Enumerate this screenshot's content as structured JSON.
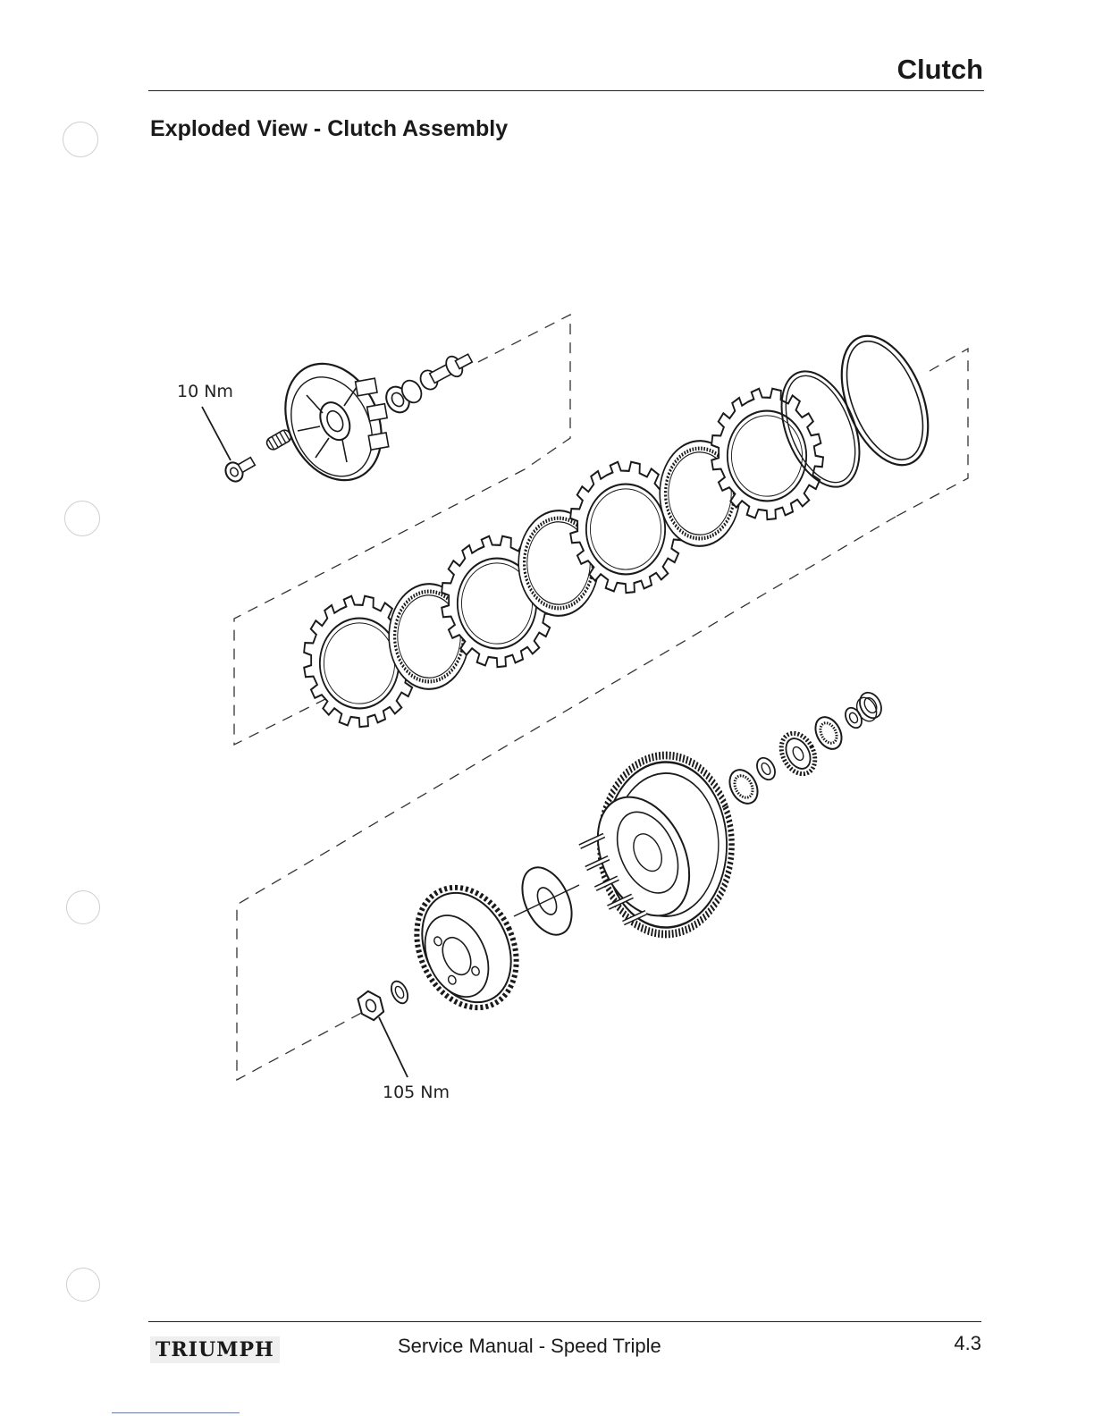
{
  "header": {
    "section": "Clutch",
    "title": "Exploded View - Clutch Assembly"
  },
  "diagram": {
    "torque_labels": [
      "10 Nm",
      "105 Nm"
    ],
    "parts": [
      "bolt-icon",
      "spring-icon",
      "pressure-plate-icon",
      "bearing-icon",
      "pushrod-icon",
      "friction-plate-icon",
      "plain-plate-icon",
      "wire-ring-icon",
      "seat-ring-icon",
      "nut-icon",
      "washer-icon",
      "clutch-center-icon",
      "thrust-washer-icon",
      "clutch-basket-icon",
      "needle-bearing-icon",
      "spacer-icon",
      "collar-icon"
    ]
  },
  "footer": {
    "brand": "TRIUMPH",
    "manual": "Service Manual - Speed Triple",
    "page": "4.3"
  }
}
